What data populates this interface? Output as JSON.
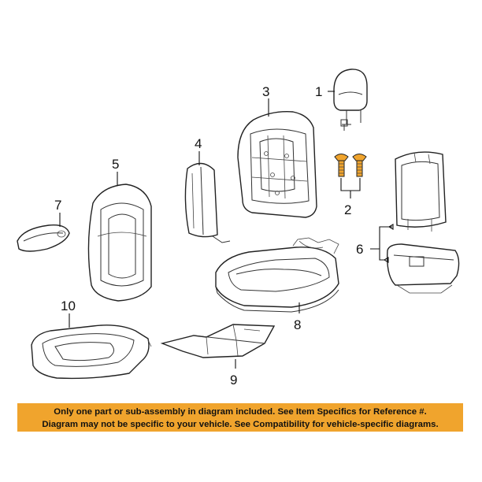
{
  "callouts": {
    "c1": "1",
    "c2": "2",
    "c3": "3",
    "c4": "4",
    "c5": "5",
    "c6": "6",
    "c7": "7",
    "c8": "8",
    "c9": "9",
    "c10": "10"
  },
  "notice": {
    "line1": "Only one part or sub-assembly in diagram included. See Item Specifics for Reference #.",
    "line2": "Diagram may not be specific to your vehicle. See Compatibility for vehicle-specific diagrams."
  },
  "colors": {
    "notice_background": "#f0a42d",
    "bolt_highlight": "#f0a42d",
    "line_art": "#222222"
  }
}
